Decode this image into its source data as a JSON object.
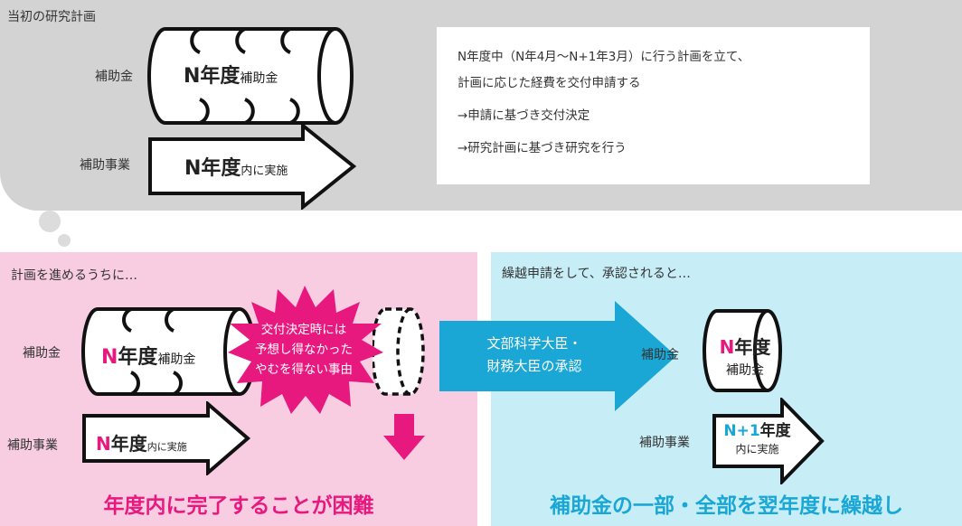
{
  "top": {
    "title": "当初の研究計画",
    "subsidy_label": "補助金",
    "project_label": "補助事業",
    "barrel_main": "N年度",
    "barrel_sub": "補助金",
    "arrow_main": "N年度",
    "arrow_sub": "内に実施",
    "info_lines": [
      "N年度中（N年4月～N+1年3月）に行う計画を立て、",
      "計画に応じた経費を交付申請する",
      "→申請に基づき交付決定",
      "→研究計画に基づき研究を行う"
    ]
  },
  "left": {
    "title": "計画を進めるうちに…",
    "subsidy_label": "補助金",
    "project_label": "補助事業",
    "barrel_prefix": "N",
    "barrel_main": "年度",
    "barrel_sub": "補助金",
    "arrow_prefix": "N",
    "arrow_main": "年度",
    "arrow_sub": "内に実施",
    "burst_lines": [
      "交付決定時には",
      "予想し得なかった",
      "やむを得ない事由"
    ],
    "caption": "年度内に完了することが困難"
  },
  "middle_arrow": {
    "lines": [
      "文部科学大臣・",
      "財務大臣の承認"
    ]
  },
  "right": {
    "title": "繰越申請をして、承認されると…",
    "subsidy_label": "補助金",
    "project_label": "補助事業",
    "barrel_prefix": "N",
    "barrel_main": "年度",
    "barrel_sub": "補助金",
    "arrow_prefix": "N+1",
    "arrow_main": "年度",
    "arrow_sub": "内に実施",
    "caption": "補助金の一部・全部を翌年度に繰越し"
  },
  "colors": {
    "pink": "#e8197e",
    "blue": "#1aa7d6",
    "gray_panel": "#d3d3d3",
    "pink_panel": "#f8cde2",
    "blue_panel": "#c7eef7"
  }
}
